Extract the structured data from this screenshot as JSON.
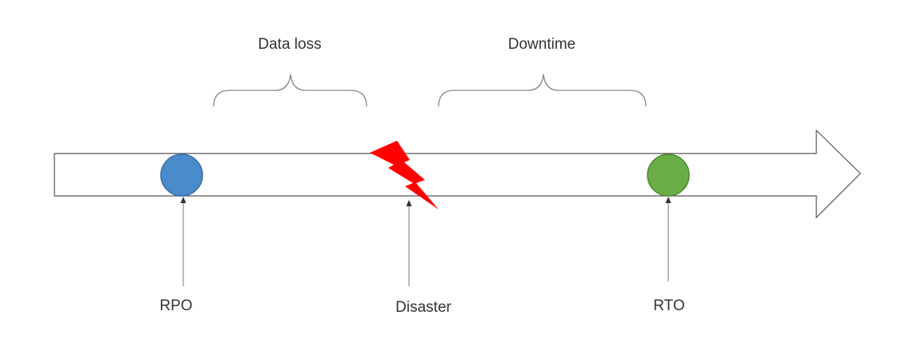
{
  "labels": {
    "data_loss": "Data loss",
    "downtime": "Downtime",
    "rpo": "RPO",
    "disaster": "Disaster",
    "rto": "RTO"
  },
  "colors": {
    "rpo_marker": "#4a8bcc",
    "rto_marker": "#6aac46",
    "disaster_bolt": "#ff0000",
    "outline": "#555555",
    "text": "#333333"
  }
}
